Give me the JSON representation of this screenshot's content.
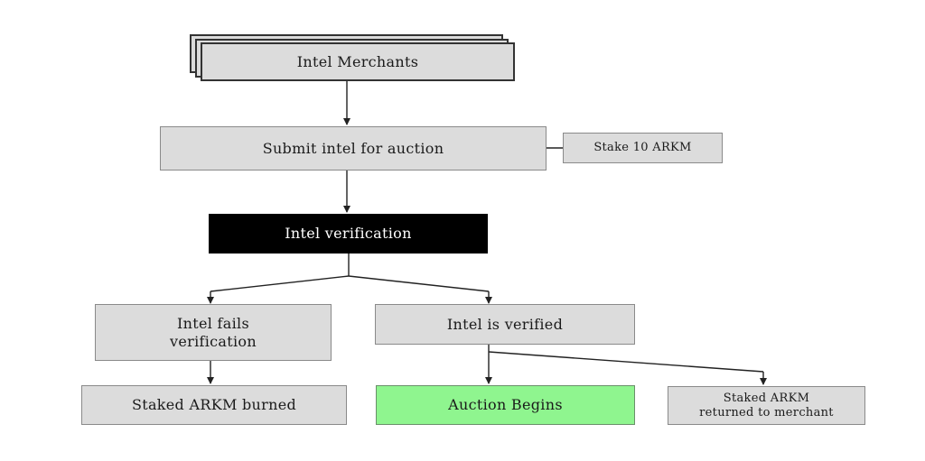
{
  "nodes": {
    "merchants": "Intel Merchants",
    "submit": "Submit intel for auction",
    "stake": "Stake 10 ARKM",
    "verification": "Intel verification",
    "fails": [
      "Intel fails",
      "verification"
    ],
    "verified": "Intel is verified",
    "burned": "Staked ARKM burned",
    "auction": "Auction Begins",
    "returned": [
      "Staked ARKM",
      "returned to merchant"
    ]
  },
  "colors": {
    "node_fill": "#dcdcdc",
    "verification_fill": "#000000",
    "auction_fill": "#8ff58f",
    "edge": "#222222"
  }
}
